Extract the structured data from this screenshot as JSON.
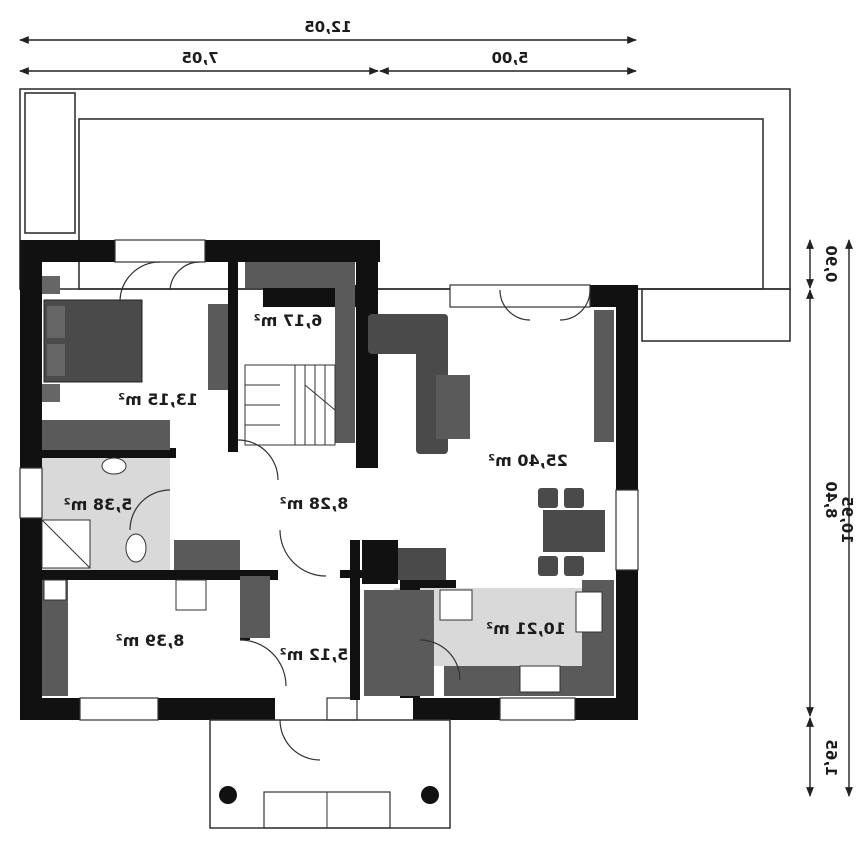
{
  "dimensions": {
    "total_width": "12,05",
    "left_width": "7,05",
    "right_width": "5,00",
    "terrace_depth": "0,90",
    "main_depth": "8,40",
    "porch_depth": "1,65",
    "total_depth": "10,95"
  },
  "rooms": [
    {
      "id": "bedroom",
      "area": "13,15 m²"
    },
    {
      "id": "staircase",
      "area": "6,17 m²"
    },
    {
      "id": "living",
      "area": "25,40 m²"
    },
    {
      "id": "bathroom",
      "area": "5,38 m²"
    },
    {
      "id": "hall",
      "area": "8,28 m²"
    },
    {
      "id": "room",
      "area": "8,39 m²"
    },
    {
      "id": "vestibule",
      "area": "5,12 m²"
    },
    {
      "id": "kitchen",
      "area": "10,21 m²"
    }
  ],
  "colors": {
    "wall": "#111111",
    "furniture": "#4a4a4a",
    "tile_floor": "#d9d9d9",
    "line": "#333333"
  }
}
